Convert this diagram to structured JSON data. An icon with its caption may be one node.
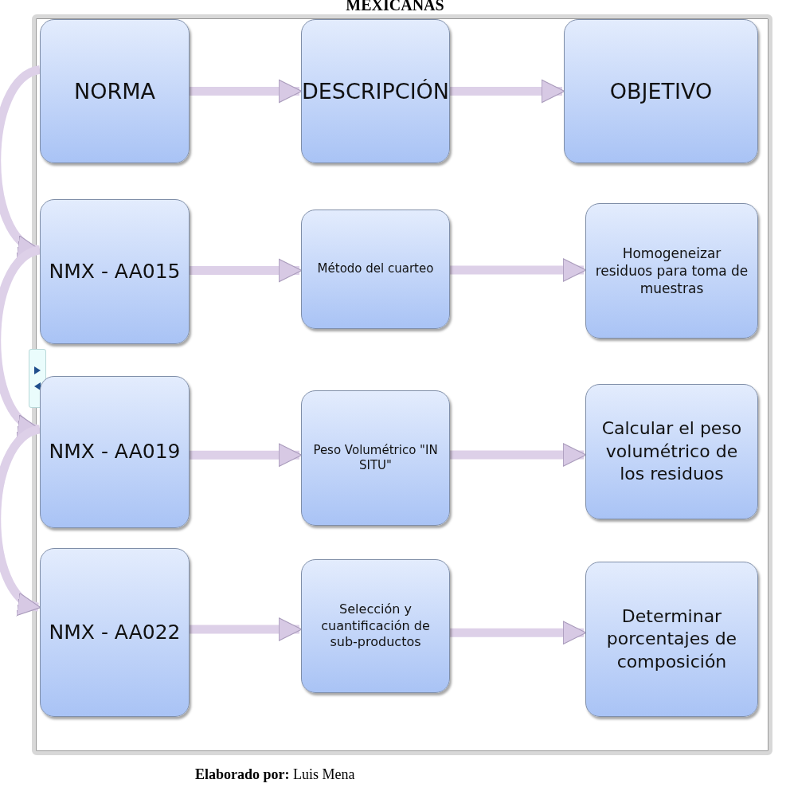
{
  "diagram": {
    "title": "MEXICANAS",
    "nodes": [
      {
        "text": [
          "NORMA"
        ]
      },
      {
        "text": [
          "DESCRIPCIÓN"
        ]
      },
      {
        "text": [
          "OBJETIVO"
        ]
      },
      {
        "text": [
          "NMX - AA015"
        ]
      },
      {
        "text": [
          "Método del cuarteo"
        ]
      },
      {
        "text": [
          "Homogeneizar residuos para toma de muestras"
        ]
      },
      {
        "text": [
          "NMX - AA019"
        ]
      },
      {
        "text": [
          "Peso Volumétrico \"IN SITU\""
        ]
      },
      {
        "text": [
          "Calcular el peso volumétrico de los residuos"
        ]
      },
      {
        "text": [
          "NMX - AA022"
        ]
      },
      {
        "text": [
          "Selección y cuantificación de sub-productos"
        ]
      },
      {
        "text": [
          "Determinar porcentajes de composición"
        ]
      }
    ],
    "edges": [
      {
        "from": 0,
        "to": 1,
        "arrow": "to"
      },
      {
        "from": 1,
        "to": 2,
        "arrow": "to"
      },
      {
        "from": 3,
        "to": 4,
        "arrow": "to"
      },
      {
        "from": 4,
        "to": 5,
        "arrow": "to"
      },
      {
        "from": 6,
        "to": 7,
        "arrow": "to"
      },
      {
        "from": 7,
        "to": 8,
        "arrow": "to"
      },
      {
        "from": 9,
        "to": 10,
        "arrow": "to"
      },
      {
        "from": 10,
        "to": 11,
        "arrow": "to"
      },
      {
        "from": 0,
        "to": 3,
        "arrow": "to"
      },
      {
        "from": 3,
        "to": 6,
        "arrow": "to"
      },
      {
        "from": 6,
        "to": 9,
        "arrow": "to"
      }
    ],
    "caption": "**Elaborado por:** Luis Mena"
  }
}
